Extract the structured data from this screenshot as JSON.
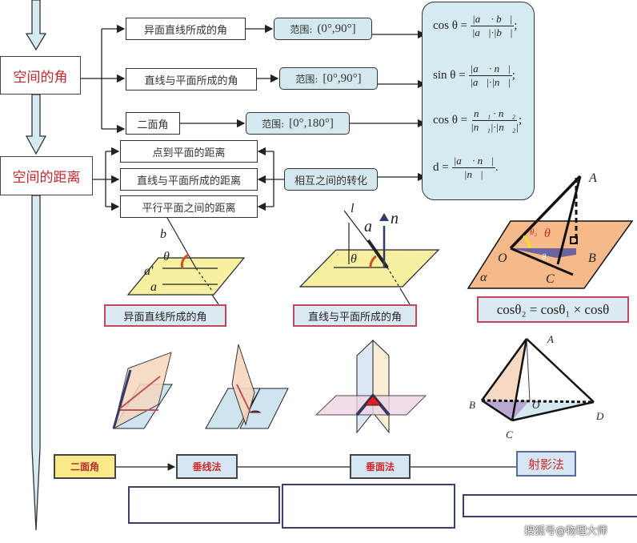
{
  "main_nodes": {
    "angle": "空间的角",
    "distance": "空间的距离"
  },
  "angle_types": [
    {
      "label": "异面直线所成的角",
      "range_prefix": "范围:",
      "range": "(0°,90°]"
    },
    {
      "label": "直线与平面所成的角",
      "range_prefix": "范围:",
      "range": "[0°,90°]"
    },
    {
      "label": "二面角",
      "range_prefix": "范围:",
      "range": "[0°,180°]"
    }
  ],
  "distance_types": [
    "点到平面的距离",
    "直线与平面所成的距离",
    "平行平面之间的距离"
  ],
  "conversion": "相互之间的转化",
  "formulas": [
    {
      "lhs": "cos θ =",
      "num": "|a⃗ · b⃗|",
      "den": "|a⃗|·|b⃗|",
      "end": ";"
    },
    {
      "lhs": "sin θ =",
      "num": "|a⃗ · n⃗|",
      "den": "|a⃗|·|n⃗|",
      "end": ";"
    },
    {
      "lhs": "cos θ =",
      "num": "n⃗₁ · n⃗₂",
      "den": "|n⃗₁|·|n⃗₂|",
      "end": ";"
    },
    {
      "lhs": "d =",
      "num": "|a⃗ · n⃗|",
      "den": "|n⃗|",
      "end": "."
    }
  ],
  "figures": {
    "skew": {
      "caption": "异面直线所成的角",
      "labels": {
        "b": "b",
        "theta": "θ",
        "a_prime": "a'",
        "a": "a"
      }
    },
    "line_plane": {
      "caption": "直线与平面所成的角",
      "labels": {
        "l": "l",
        "a": "a⃗",
        "n": "n⃗",
        "theta": "θ"
      }
    },
    "three_cos": {
      "caption": "cosθ₂ = cosθ₁ × cosθ",
      "labels": {
        "A": "A",
        "O": "O",
        "B": "B",
        "C": "C",
        "alpha": "α",
        "theta": "θ",
        "theta2": "θ₂",
        "theta1": "θ₁"
      }
    },
    "pyramid": {
      "labels": {
        "A": "A",
        "B": "B",
        "C": "C",
        "D": "D",
        "O": "O"
      }
    }
  },
  "dihedral_methods": {
    "root": "二面角",
    "methods": [
      "垂线法",
      "垂面法",
      "射影法"
    ]
  },
  "watermark": "搜狐号@物理大师",
  "colors": {
    "main_text": "#c0282d",
    "range_fill": "#d4e8ef",
    "plane_yellow": "#f6f0a0",
    "plane_orange": "#f5b98a",
    "method_text": "#d02a2a"
  }
}
